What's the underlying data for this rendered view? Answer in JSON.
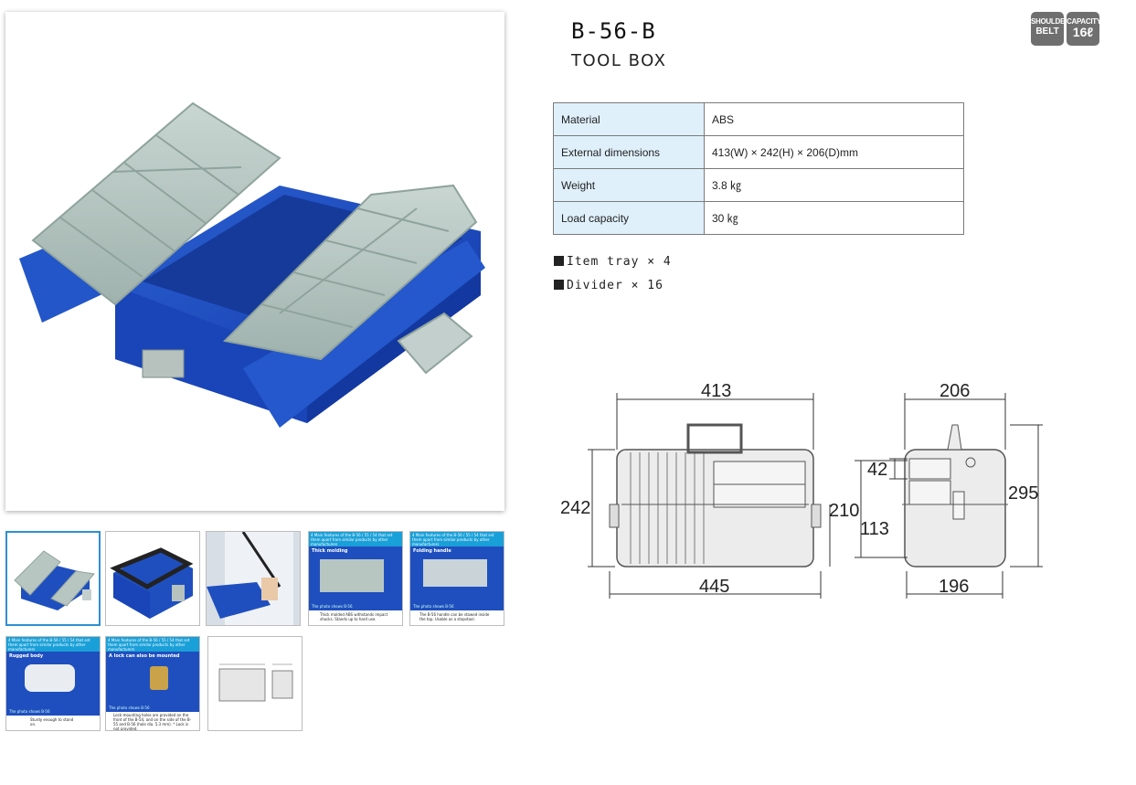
{
  "product": {
    "model": "B-56-B",
    "name": "TOOL BOX"
  },
  "badges": {
    "shoulder_top": "SHOULDER",
    "shoulder_bottom": "BELT",
    "capacity_top": "CAPACITY",
    "capacity_bottom": "16ℓ"
  },
  "specs": {
    "rows": [
      {
        "label": "Material",
        "value": "ABS"
      },
      {
        "label": "External dimensions",
        "value": "413(W) × 242(H) × 206(D)mm"
      },
      {
        "label": "Weight",
        "value": "3.8 ㎏"
      },
      {
        "label": "Load capacity",
        "value": "30 ㎏"
      }
    ]
  },
  "extras": [
    "Item tray × 4",
    "Divider × 16"
  ],
  "drawing": {
    "front_width": "413",
    "front_height": "242",
    "front_bottom_width": "445",
    "latch_height": "210",
    "side_depth": "206",
    "side_tray": "42",
    "side_mid": "113",
    "side_total_height": "295",
    "side_bottom_depth": "196"
  },
  "thumbnails": {
    "banner_text": "4 Main features of the B-56 / 55 / 54 that set them apart from similar products by other manufacturers",
    "items": [
      {
        "caption": ""
      },
      {
        "caption": ""
      },
      {
        "caption": ""
      },
      {
        "title": "Thick molding",
        "caption": "Thick molded ABS withstands impact shocks. Stands up to hard use."
      },
      {
        "title": "Folding handle",
        "caption": "The B-56 handle can be stowed inside the top. Usable as a stepstool."
      },
      {
        "title": "Rugged body",
        "caption": "Sturdy enough to stand on."
      },
      {
        "title": "A lock can also be mounted",
        "caption": "Lock-mounting holes are provided on the front of the B-54, and on the side of the B-55 and B-56 (hole dia. 5.3 mm). * Lock is not provided."
      },
      {
        "caption": ""
      }
    ],
    "other_label": "The photo shows B-56"
  },
  "colors": {
    "box_blue": "#1f4fbf",
    "tray_gray": "#b8c6c2",
    "table_key_bg": "#dff0fb",
    "badge_gray": "#6f6f6f",
    "thumb_selected": "#2d8fd1",
    "thumb_banner": "#1aa0d8"
  }
}
